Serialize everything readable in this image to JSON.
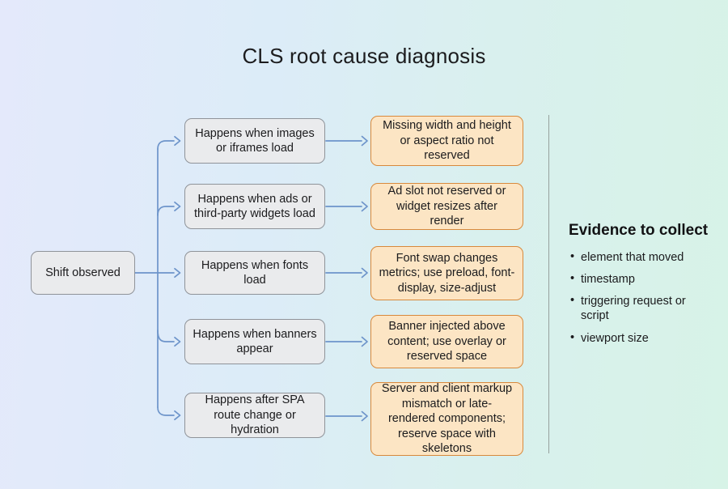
{
  "title": "CLS root cause diagnosis",
  "colors": {
    "background_left": "#e4e9fb",
    "background_mid": "#dcecf8",
    "background_right": "#d7f3e7",
    "arrow": "#6d94ca",
    "condition_fill": "#eaebed",
    "condition_border": "#8f9399",
    "cause_fill": "#fce5c4",
    "cause_border": "#d8893c",
    "divider": "#96a19e",
    "text": "#1b1b1d"
  },
  "root": {
    "label": "Shift observed"
  },
  "rows": [
    {
      "condition": "Happens when images or iframes load",
      "cause": "Missing width and height or aspect ratio not reserved"
    },
    {
      "condition": "Happens when ads or third-party widgets load",
      "cause": "Ad slot not reserved or widget resizes after render"
    },
    {
      "condition": "Happens when fonts load",
      "cause": "Font swap changes metrics; use preload, font-display, size-adjust"
    },
    {
      "condition": "Happens when banners appear",
      "cause": "Banner injected above content; use overlay or reserved space"
    },
    {
      "condition": "Happens after SPA route change or hydration",
      "cause": "Server and client markup mismatch or late-rendered components; reserve space with skeletons"
    }
  ],
  "evidence": {
    "heading": "Evidence to collect",
    "items": [
      "element that moved",
      "timestamp",
      "triggering request or script",
      "viewport size"
    ]
  }
}
